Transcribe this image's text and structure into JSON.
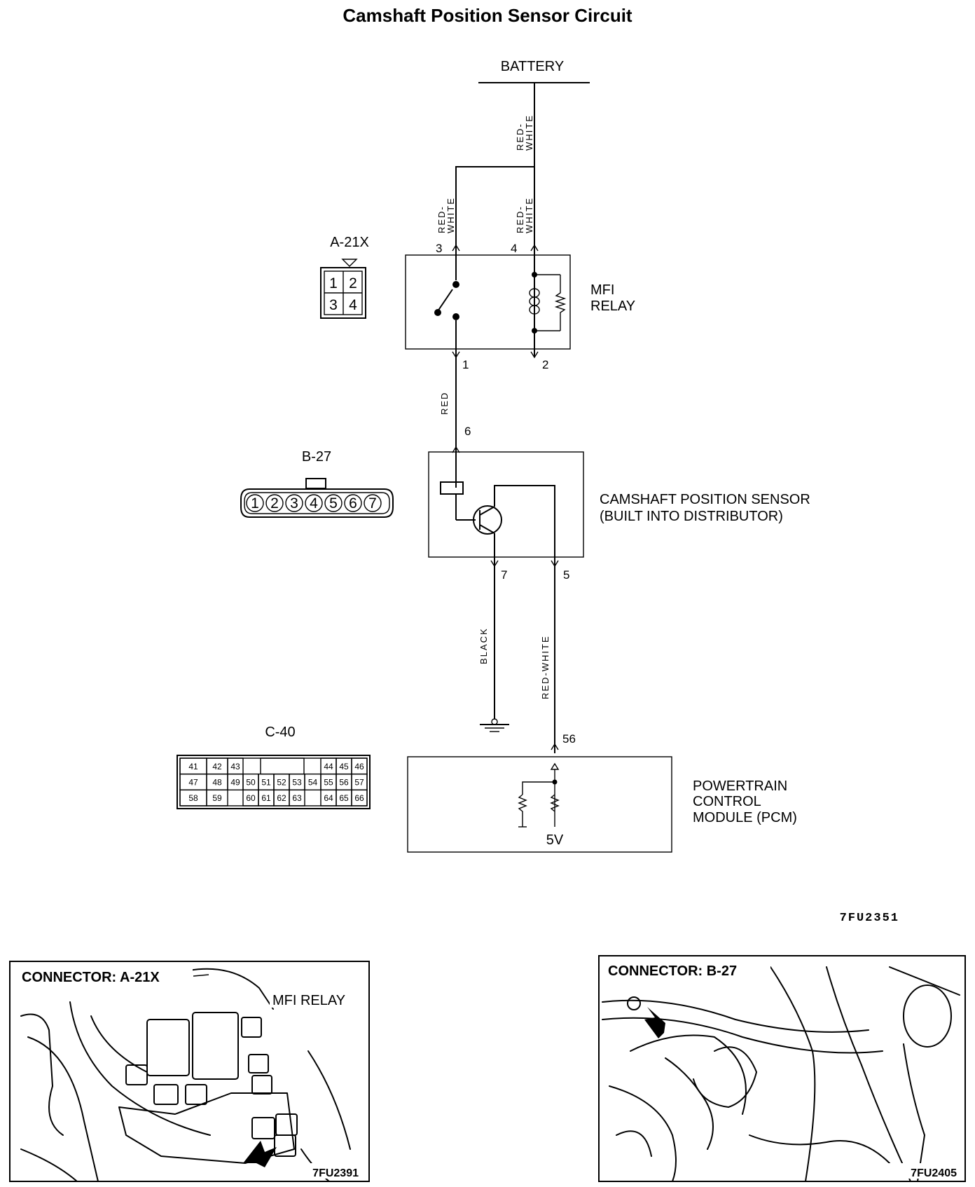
{
  "title": "Camshaft Position Sensor Circuit",
  "battery": "BATTERY",
  "wires": {
    "battery_feed": "RED-\nWHITE",
    "relay_pin3": "RED-\nWHITE",
    "relay_pin4": "RED-\nWHITE",
    "relay_to_sensor": "RED",
    "sensor_ground": "BLACK",
    "sensor_signal": "RED-WHITE"
  },
  "mfi_relay": {
    "label_line1": "MFI",
    "label_line2": "RELAY",
    "pins": [
      "3",
      "4",
      "1",
      "2"
    ]
  },
  "camshaft_sensor": {
    "label_line1": "CAMSHAFT POSITION SENSOR",
    "label_line2": "(BUILT INTO DISTRIBUTOR)",
    "pins": [
      "6",
      "7",
      "5"
    ]
  },
  "pcm": {
    "label_line1": "POWERTRAIN",
    "label_line2": "CONTROL",
    "label_line3": "MODULE (PCM)",
    "pin": "56",
    "voltage": "5V"
  },
  "connectors": {
    "a21x": {
      "name": "A-21X",
      "cells": [
        "1",
        "2",
        "3",
        "4"
      ]
    },
    "b27": {
      "name": "B-27",
      "cells": [
        "1",
        "2",
        "3",
        "4",
        "5",
        "6",
        "7"
      ]
    },
    "c40": {
      "name": "C-40",
      "rows": [
        [
          "41",
          "42",
          "43",
          "",
          "44",
          "45",
          "46"
        ],
        [
          "47",
          "48",
          "49",
          "50",
          "51",
          "52",
          "53",
          "54",
          "55",
          "56",
          "57"
        ],
        [
          "58",
          "59",
          "60",
          "61",
          "62",
          "63",
          "64",
          "65",
          "66"
        ]
      ]
    }
  },
  "figure_code": "7FU2351",
  "photo_left": {
    "title": "CONNECTOR: A-21X",
    "callout": "MFI RELAY",
    "code": "7FU2391"
  },
  "photo_right": {
    "title": "CONNECTOR: B-27",
    "code": "7FU2405"
  }
}
